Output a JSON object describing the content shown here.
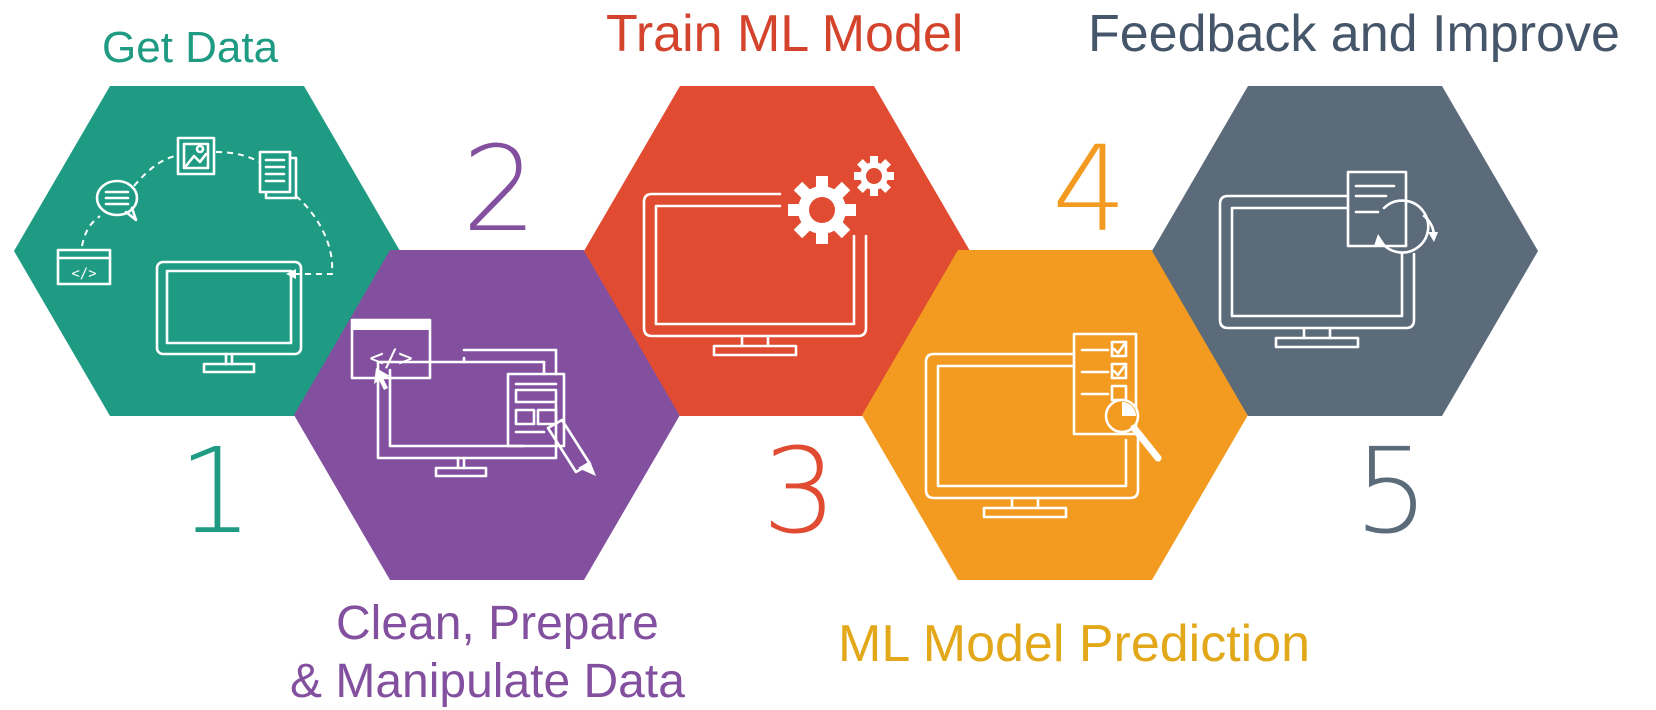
{
  "steps": [
    {
      "number": "1",
      "title": "Get Data",
      "color": "#1e9b82",
      "icon": "data-collection-icon"
    },
    {
      "number": "2",
      "title_line1": "Clean, Prepare",
      "title_line2": "& Manipulate Data",
      "color": "#83509f",
      "icon": "code-editing-icon"
    },
    {
      "number": "3",
      "title": "Train ML Model",
      "color": "#e04b32",
      "icon": "gears-icon"
    },
    {
      "number": "4",
      "title": "ML Model Prediction",
      "color": "#f29b20",
      "icon": "checklist-search-icon"
    },
    {
      "number": "5",
      "title": "Feedback and Improve",
      "color": "#5c6b7a",
      "icon": "refresh-document-icon"
    }
  ],
  "colors": {
    "get_data_text": "#1e9b82",
    "clean_text": "#83509f",
    "train_text": "#d4432c",
    "predict_text": "#e2a81a",
    "feedback_text": "#46566a"
  }
}
